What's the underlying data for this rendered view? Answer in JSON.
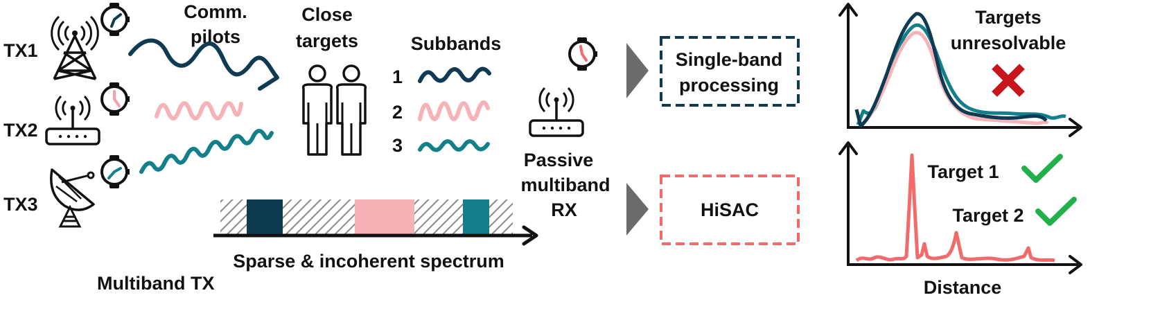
{
  "colors": {
    "dark": "#0e3a52",
    "pink": "#f7b2b8",
    "teal": "#137f8a",
    "red_dashed": "#f26a6a",
    "check_green": "#22b04b",
    "cross_red": "#c8141b",
    "arrow_grey": "#6b6b6b",
    "black": "#111111"
  },
  "transmitters": {
    "tx1_label": "TX1",
    "tx2_label": "TX2",
    "tx3_label": "TX3",
    "caption": "Multiband TX"
  },
  "pilots": {
    "title_line1": "Comm.",
    "title_line2": "pilots"
  },
  "targets": {
    "title_line1": "Close",
    "title_line2": "targets"
  },
  "subbands": {
    "title": "Subbands",
    "labels": [
      "1",
      "2",
      "3"
    ]
  },
  "spectrum": {
    "caption": "Sparse & incoherent spectrum"
  },
  "receiver": {
    "line1": "Passive",
    "line2": "multiband",
    "line3": "RX"
  },
  "processing": {
    "single_band_line1": "Single-band",
    "single_band_line2": "processing",
    "hisac": "HiSAC"
  },
  "results": {
    "top_title_line1": "Targets",
    "top_title_line2": "unresolvable",
    "target1": "Target 1",
    "target2": "Target 2",
    "xlabel": "Distance"
  },
  "icons": [
    "radio-tower-icon",
    "router-icon",
    "satellite-dish-icon",
    "watch-icon",
    "person-icon",
    "cross-icon",
    "checkmark-icon"
  ]
}
